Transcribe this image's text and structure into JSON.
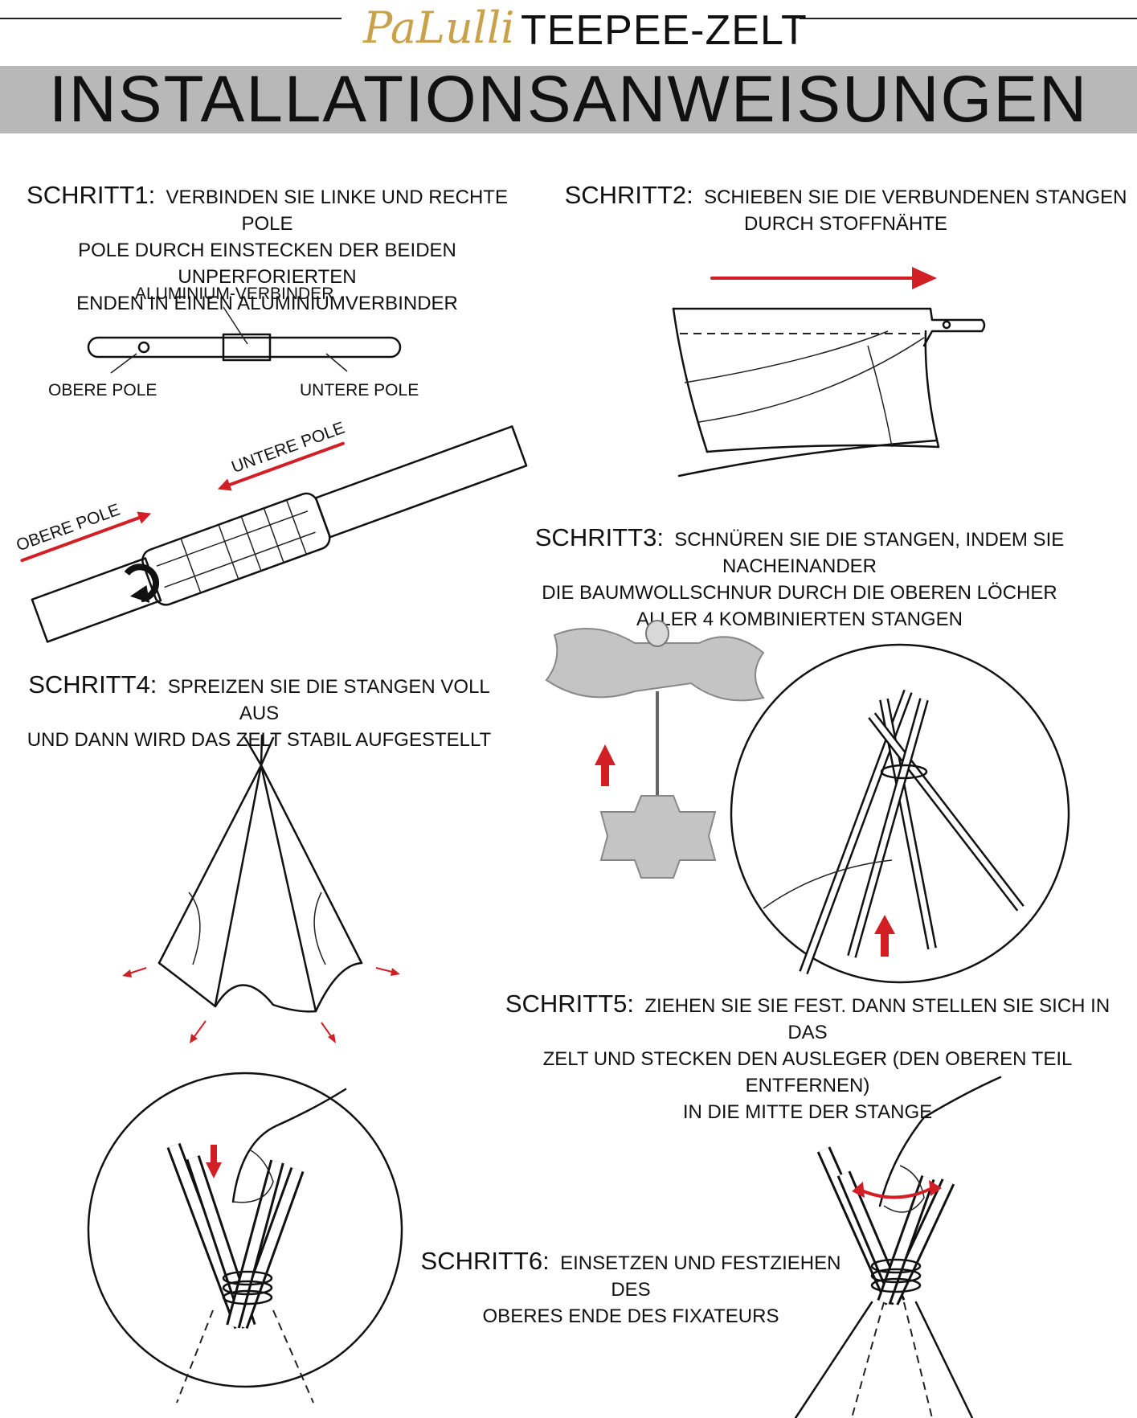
{
  "header": {
    "logo": "PaLulli",
    "product": "TEEPEE-ZELT",
    "title": "INSTALLATIONSANWEISUNGEN"
  },
  "steps": [
    {
      "label": "SCHRITT1:",
      "lines": [
        "VERBINDEN SIE LINKE UND RECHTE POLE",
        "POLE DURCH EINSTECKEN DER BEIDEN UNPERFORIERTEN",
        "ENDEN IN EINEN ALUMINIUMVERBINDER"
      ]
    },
    {
      "label": "SCHRITT2:",
      "lines": [
        "SCHIEBEN SIE DIE VERBUNDENEN STANGEN",
        "DURCH STOFFNÄHTE"
      ]
    },
    {
      "label": "SCHRITT3:",
      "lines": [
        "SCHNÜREN SIE DIE STANGEN, INDEM SIE NACHEINANDER",
        "DIE BAUMWOLLSCHNUR DURCH DIE OBEREN LÖCHER",
        "ALLER 4 KOMBINIERTEN STANGEN"
      ]
    },
    {
      "label": "SCHRITT4:",
      "lines": [
        "SPREIZEN SIE DIE STANGEN VOLL AUS",
        "UND DANN WIRD DAS ZELT STABIL AUFGESTELLT"
      ]
    },
    {
      "label": "SCHRITT5:",
      "lines": [
        "ZIEHEN SIE SIE FEST. DANN STELLEN SIE SICH IN DAS",
        "ZELT UND STECKEN DEN AUSLEGER (DEN OBEREN TEIL ENTFERNEN)",
        "IN DIE MITTE DER STANGE"
      ]
    },
    {
      "label": "SCHRITT6:",
      "lines": [
        "EINSETZEN UND FESTZIEHEN DES",
        "OBERES ENDE DES FIXATEURS"
      ]
    }
  ],
  "labels": {
    "connector": "ALUMINIUM-VERBINDER",
    "upper_pole": "OBERE POLE",
    "lower_pole": "UNTERE POLE"
  },
  "colors": {
    "accent_red": "#d21f26",
    "banner_gray": "#b8b8b8",
    "logo_gold": "#c9a14a"
  }
}
